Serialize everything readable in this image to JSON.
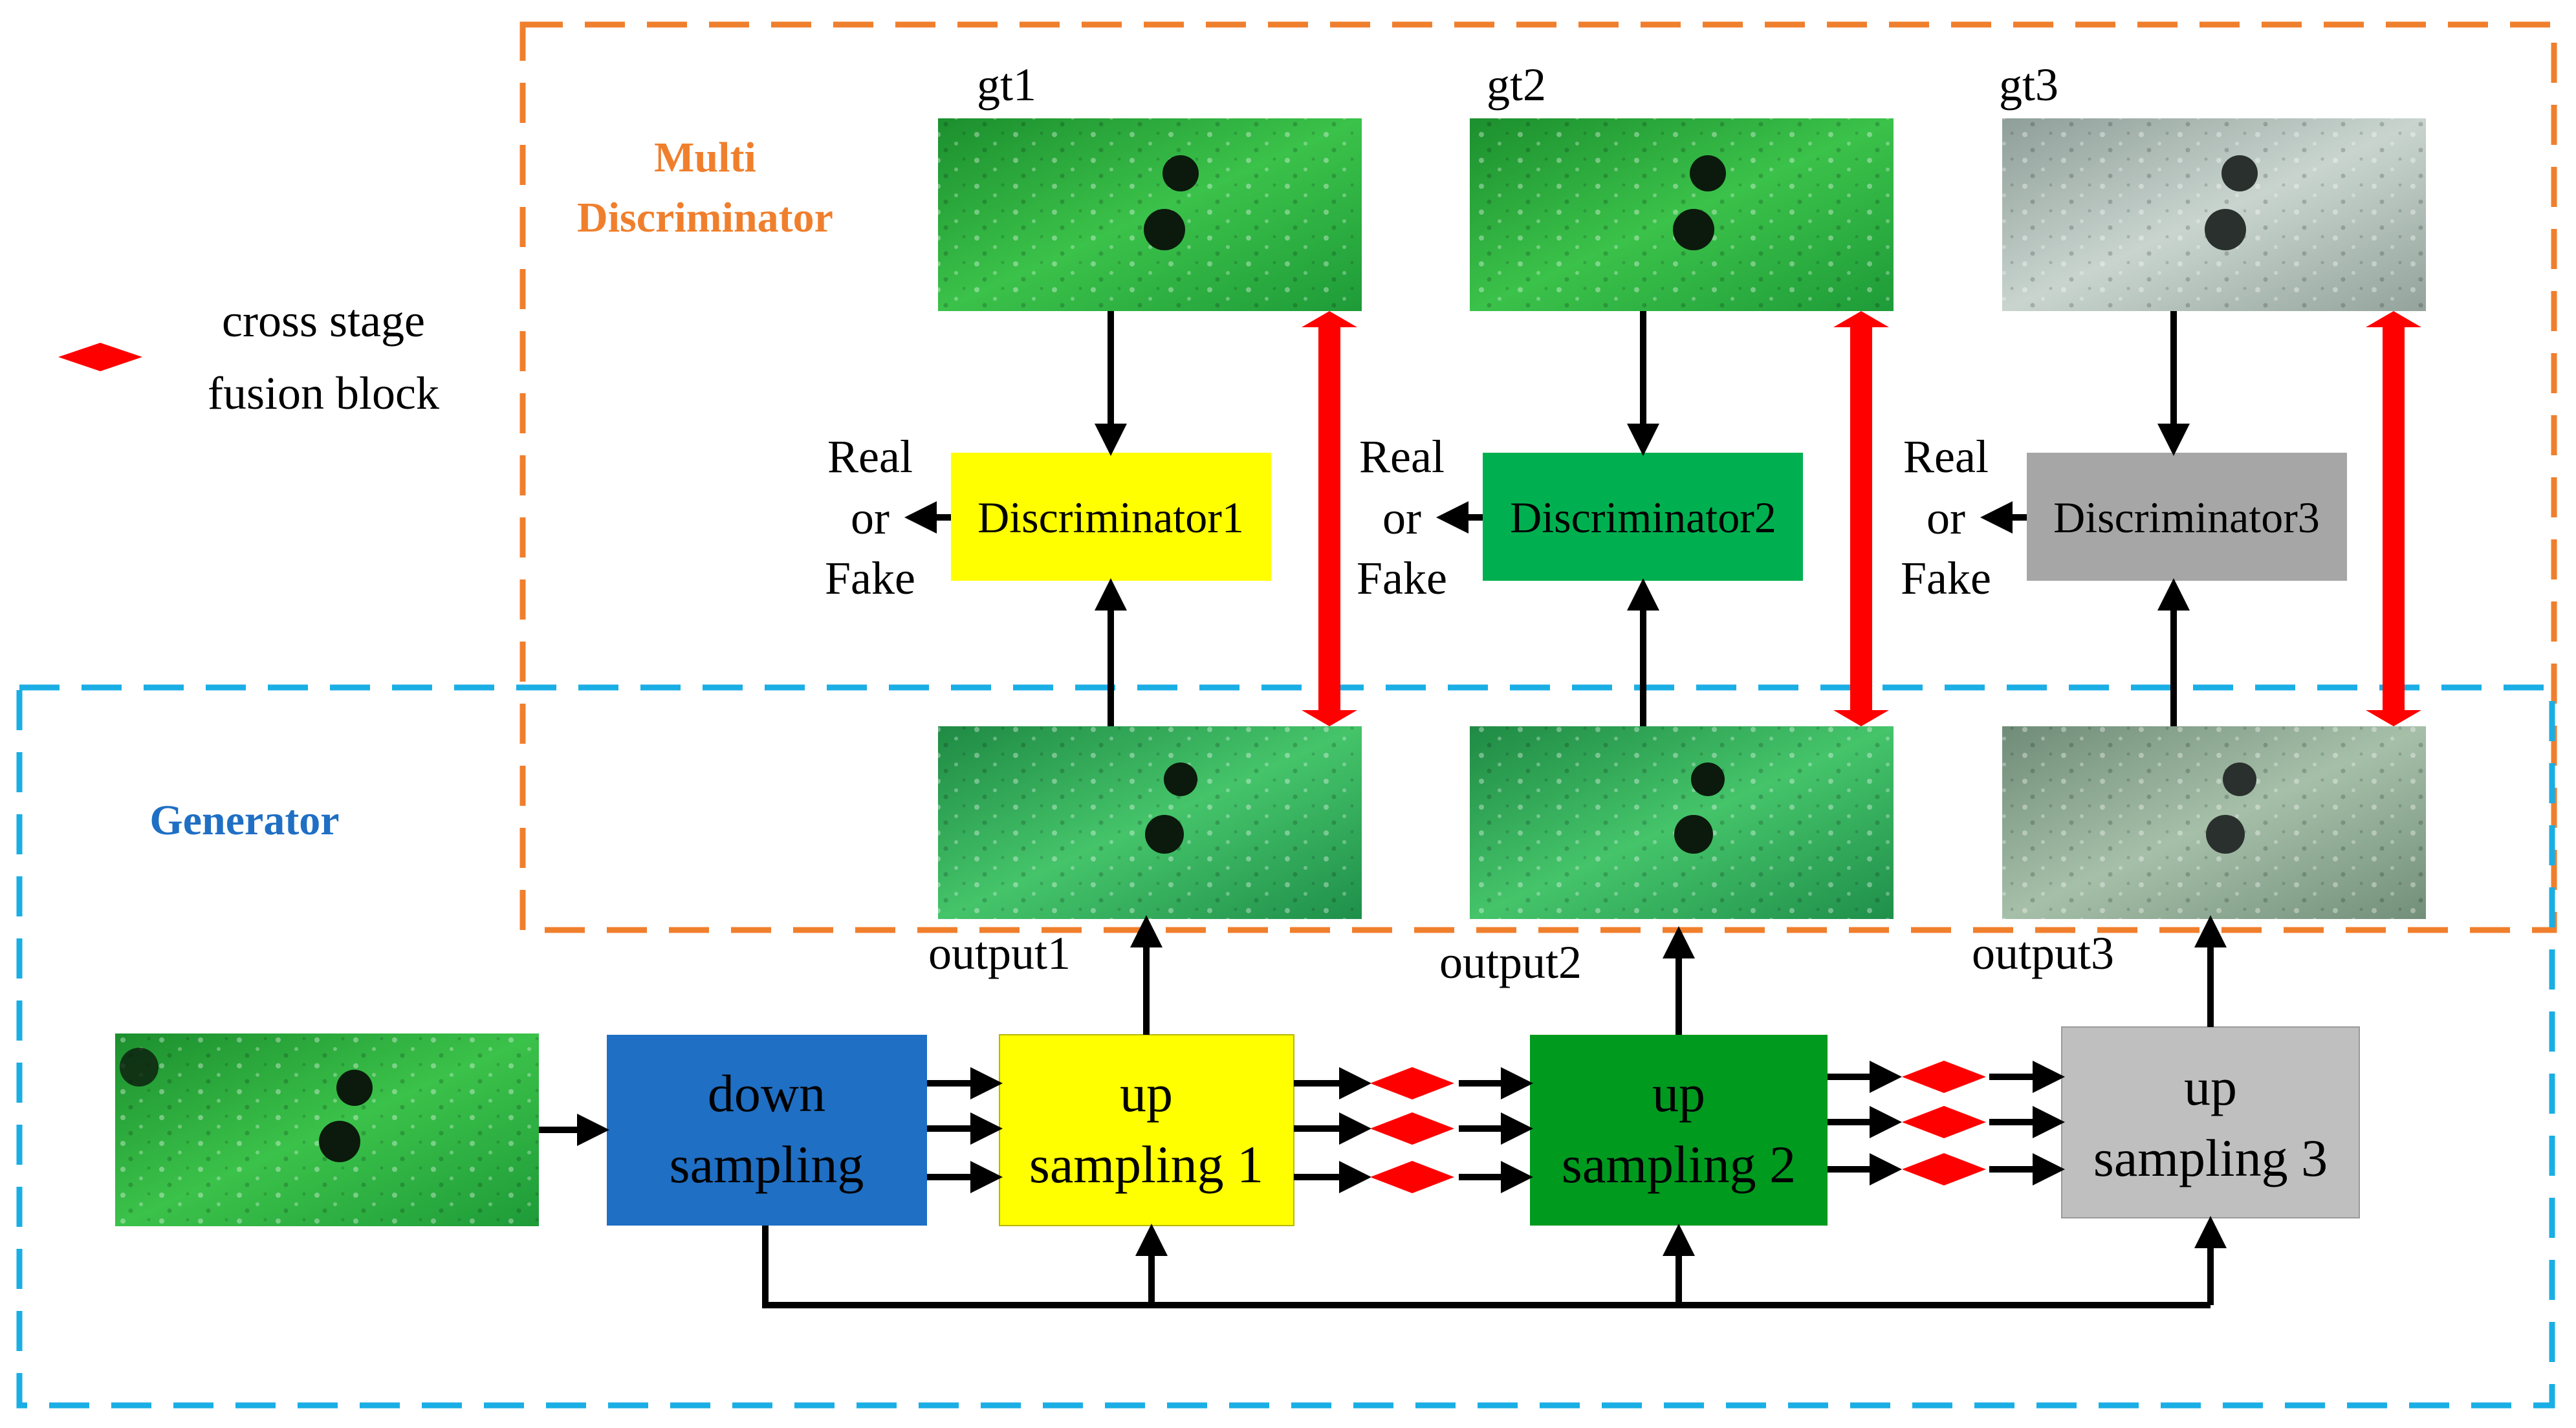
{
  "legend": {
    "line1": "cross stage",
    "line2": "fusion block"
  },
  "regions": {
    "discriminator": {
      "line1": "Multi",
      "line2": "Discriminator"
    },
    "generator": "Generator"
  },
  "gt_labels": [
    "gt1",
    "gt2",
    "gt3"
  ],
  "output_labels": [
    "output1",
    "output2",
    "output3"
  ],
  "discriminators": [
    "Discriminator1",
    "Discriminator2",
    "Discriminator3"
  ],
  "real_or_fake": {
    "line1": "Real",
    "line2": "or",
    "line3": "Fake"
  },
  "generator_blocks": {
    "down": {
      "line1": "down",
      "line2": "sampling"
    },
    "up1": {
      "line1": "up",
      "line2": "sampling 1"
    },
    "up2": {
      "line1": "up",
      "line2": "sampling 2"
    },
    "up3": {
      "line1": "up",
      "line2": "sampling 3"
    }
  },
  "colors": {
    "discriminator_region": "#F07F2D",
    "generator_region": "#1AAEE5",
    "region_discriminator_text": "#F07F2D",
    "region_generator_text": "#1F6FC4",
    "disc1": "#FFFF00",
    "disc2": "#00B050",
    "disc3": "#A6A6A6",
    "down_block": "#1F6FC4",
    "up1_block": "#FFFF00",
    "up2_block": "#009A1F",
    "up3_block": "#BFBFBF",
    "fusion": "#FF0000",
    "thick_arrow": "#FF0000"
  }
}
